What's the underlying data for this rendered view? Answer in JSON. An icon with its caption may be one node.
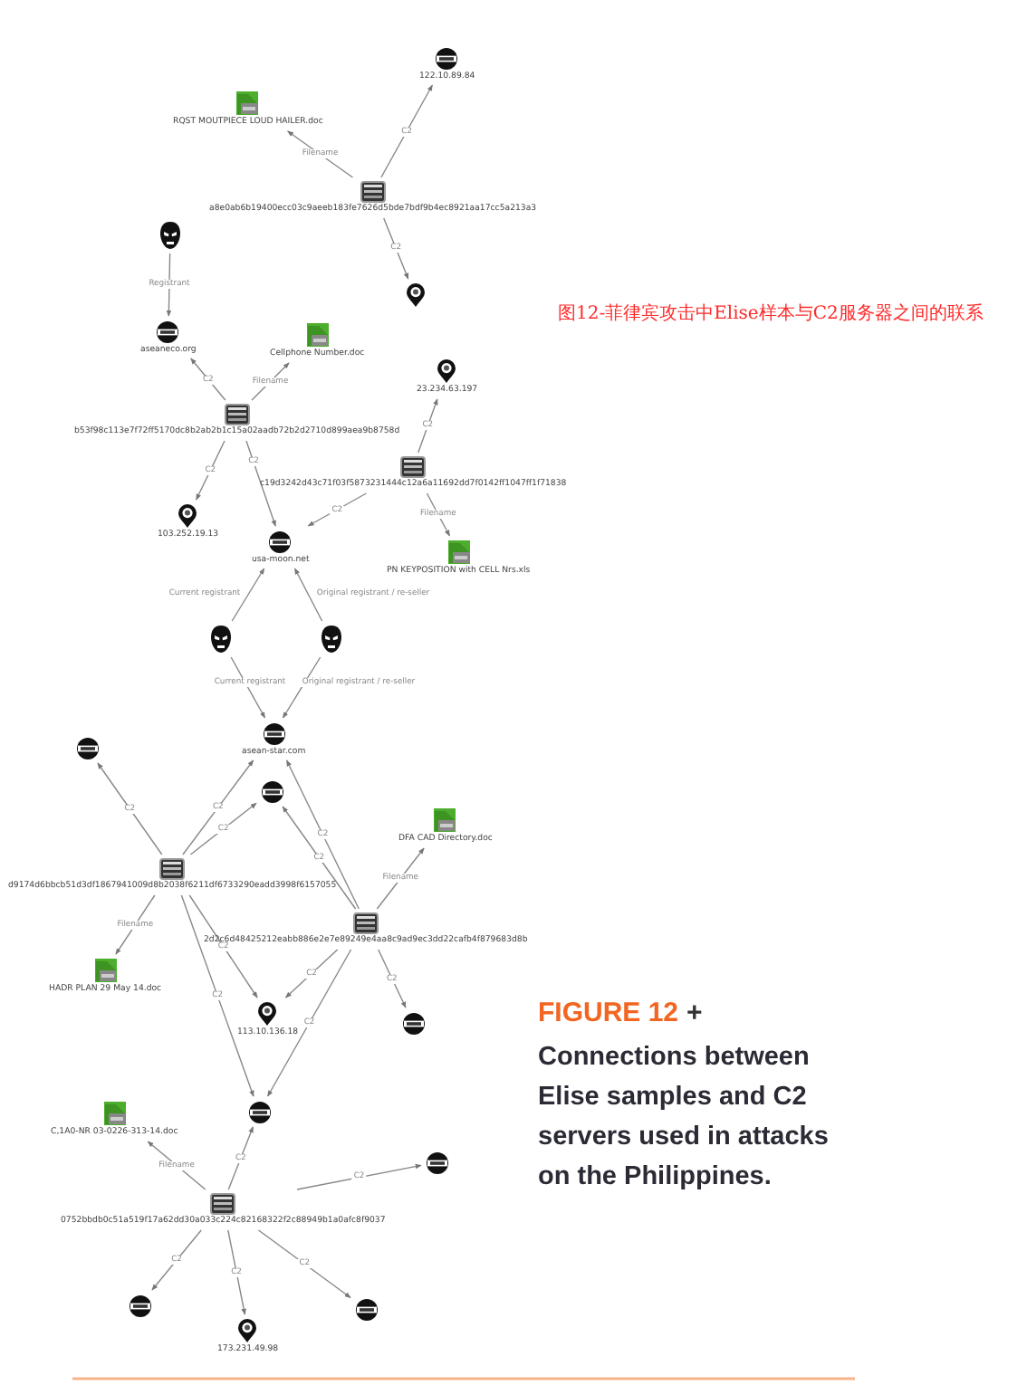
{
  "diagram": {
    "title": "图12-菲律宾攻击中Elise样本与C2服务器之间的联系",
    "caption": "Connections between Elise samples and C2 servers used in attacks on the Philippines.",
    "nodes": [
      {
        "text": [
          "122.10.89.84"
        ]
      },
      {
        "text": [
          "RQST MOUTPIECE LOUD HAILER.doc"
        ]
      },
      {
        "text": [
          "a8e0ab6b19400ecc03c9aeeb183fe7626d5bde7bdf9b4ec8921aa17cc5a213a3"
        ]
      },
      {
        "text": [],
        "shape": "marker"
      },
      {
        "text": [],
        "shape": "person"
      },
      {
        "text": [
          "aseaneco.org"
        ]
      },
      {
        "text": [
          "Cellphone Number.doc"
        ]
      },
      {
        "text": [
          "23.234.63.197"
        ]
      },
      {
        "text": [
          "b53f98c113e7f72ff5170dc8b2ab2b1c15a02aadb72b2d2710d899aea9b8758d"
        ]
      },
      {
        "text": [
          "c19d3242d43c71f03f5873231444c12a6a11692dd7f0142ff1047ff1f71838"
        ]
      },
      {
        "text": [
          "103.252.19.13"
        ]
      },
      {
        "text": [
          "usa-moon.net"
        ]
      },
      {
        "text": [
          "PN KEYPOSITION with CELL Nrs.xls"
        ]
      },
      {
        "text": [],
        "shape": "person"
      },
      {
        "text": [],
        "shape": "person"
      },
      {
        "text": [
          "asean-star.com"
        ]
      },
      {
        "text": [],
        "shape": "circle"
      },
      {
        "text": [],
        "shape": "circle"
      },
      {
        "text": [
          "DFA CAD Directory.doc"
        ]
      },
      {
        "text": [
          "d9174d6bbcb51d3df1867941009d8b2038f6211df6733290eadd3998f6157055"
        ]
      },
      {
        "text": [
          "2d2c6d48425212eabb886e2e7e89249e4aa8c9ad9ec3dd22cafb4f879683d8b"
        ]
      },
      {
        "text": [
          "HADR PLAN 29 May 14.doc"
        ]
      },
      {
        "text": [
          "113.10.136.18"
        ]
      },
      {
        "text": [],
        "shape": "circle"
      },
      {
        "text": [],
        "shape": "circle"
      },
      {
        "text": [
          "C,1A0-NR 03-0226-313-14.doc"
        ]
      },
      {
        "text": [],
        "shape": "circle"
      },
      {
        "text": [
          "0752bbdb0c51a519f17a62dd30a033c224c82168322f2c88949b1a0afc8f9037"
        ]
      },
      {
        "text": [],
        "shape": "circle"
      },
      {
        "text": [
          "173.231.49.98"
        ]
      },
      {
        "text": [],
        "shape": "circle"
      }
    ],
    "edges": [
      {
        "from": 2,
        "to": 1,
        "arrow": "to",
        "label": "Filename"
      },
      {
        "from": 2,
        "to": 0,
        "arrow": "to",
        "label": "C2"
      },
      {
        "from": 2,
        "to": 3,
        "arrow": "to",
        "label": "C2"
      },
      {
        "from": 4,
        "to": 5,
        "arrow": "to",
        "label": "Registrant"
      },
      {
        "from": 8,
        "to": 5,
        "arrow": "to",
        "label": "C2"
      },
      {
        "from": 8,
        "to": 6,
        "arrow": "to",
        "label": "Filename"
      },
      {
        "from": 9,
        "to": 7,
        "arrow": "to",
        "label": "C2"
      },
      {
        "from": 8,
        "to": 10,
        "arrow": "to",
        "label": "C2"
      },
      {
        "from": 8,
        "to": 11,
        "arrow": "to",
        "label": "C2"
      },
      {
        "from": 9,
        "to": 11,
        "arrow": "to",
        "label": "C2"
      },
      {
        "from": 9,
        "to": 12,
        "arrow": "to",
        "label": "Filename"
      },
      {
        "from": 13,
        "to": 11,
        "arrow": "to",
        "label": "Current registrant"
      },
      {
        "from": 14,
        "to": 11,
        "arrow": "to",
        "label": "Original registrant / re-seller"
      },
      {
        "from": 13,
        "to": 15,
        "arrow": "to",
        "label": "Current registrant"
      },
      {
        "from": 14,
        "to": 15,
        "arrow": "to",
        "label": "Original registrant / re-seller"
      },
      {
        "from": 19,
        "to": 16,
        "arrow": "to",
        "label": "C2"
      },
      {
        "from": 19,
        "to": 15,
        "arrow": "to",
        "label": "C2"
      },
      {
        "from": 19,
        "to": 17,
        "arrow": "to",
        "label": "C2"
      },
      {
        "from": 20,
        "to": 17,
        "arrow": "to",
        "label": "C2"
      },
      {
        "from": 20,
        "to": 15,
        "arrow": "to",
        "label": "C2"
      },
      {
        "from": 20,
        "to": 18,
        "arrow": "to",
        "label": "Filename"
      },
      {
        "from": 19,
        "to": 21,
        "arrow": "to",
        "label": "Filename"
      },
      {
        "from": 19,
        "to": 22,
        "arrow": "to",
        "label": "C2"
      },
      {
        "from": 19,
        "to": 24,
        "arrow": "to",
        "label": "C2"
      },
      {
        "from": 20,
        "to": 22,
        "arrow": "to",
        "label": "C2"
      },
      {
        "from": 20,
        "to": 24,
        "arrow": "to",
        "label": "C2"
      },
      {
        "from": 20,
        "to": 23,
        "arrow": "to",
        "label": "C2"
      },
      {
        "from": 27,
        "to": 25,
        "arrow": "to",
        "label": "Filename"
      },
      {
        "from": 27,
        "to": 24,
        "arrow": "to",
        "label": "C2"
      },
      {
        "from": 27,
        "to": 26,
        "arrow": "to",
        "label": "C2"
      },
      {
        "from": 27,
        "to": 28,
        "arrow": "to",
        "label": "C2"
      },
      {
        "from": 27,
        "to": 29,
        "arrow": "to",
        "label": "C2"
      },
      {
        "from": 27,
        "to": 30,
        "arrow": "to",
        "label": "C2"
      }
    ],
    "labels": [
      "FIGURE 12",
      "+"
    ]
  }
}
